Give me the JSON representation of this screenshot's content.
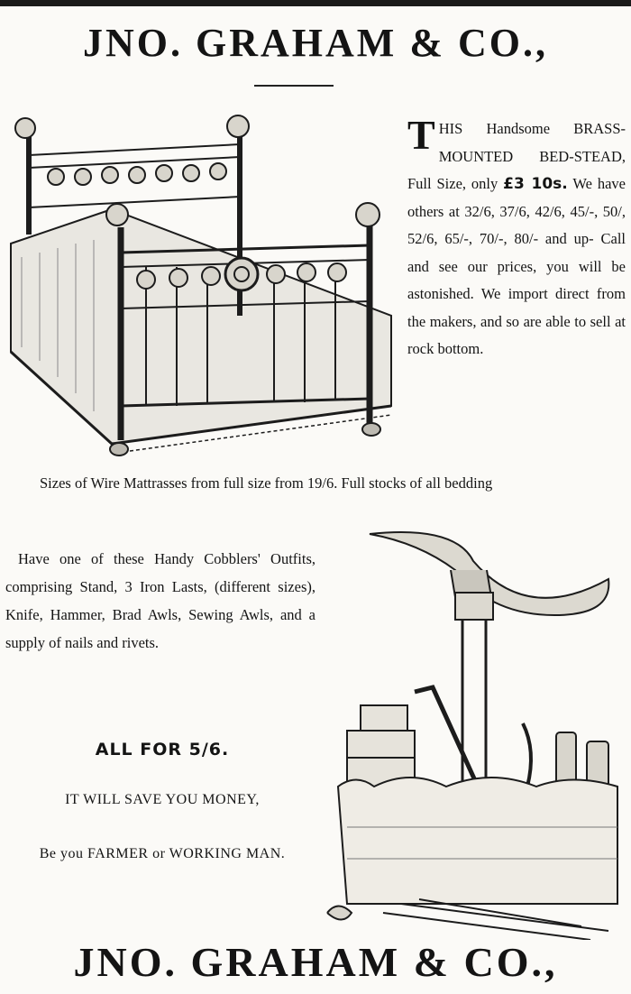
{
  "header": {
    "company": "JNO. GRAHAM & CO.,"
  },
  "bed_ad": {
    "dropcap": "T",
    "lead": "HIS Handsome BRASS-MOUNTED BED-STEAD, Full Size, only",
    "price": "£3 10s.",
    "body": "We have others at 32/6, 37/6, 42/6, 45/-, 50/, 52/6, 65/-, 70/-, 80/- and up- Call and see our prices, you will be astonished. We import direct from the makers, and so are able to sell at rock bottom."
  },
  "mattress_note": "Sizes of Wire Mattrasses from full size from 19/6. Full stocks of all bedding",
  "cobbler_ad": {
    "body": "Have one of these Handy Cobblers' Outfits, comprising Stand, 3 Iron Lasts, (different sizes), Knife, Hammer, Brad Awls, Sewing Awls, and a supply of nails and rivets.",
    "price_line": "ALL FOR 5/6.",
    "save_line": "IT WILL SAVE YOU MONEY,",
    "audience_line": "Be you FARMER or WORKING MAN."
  },
  "footer": {
    "company": "JNO. GRAHAM & CO.,"
  }
}
